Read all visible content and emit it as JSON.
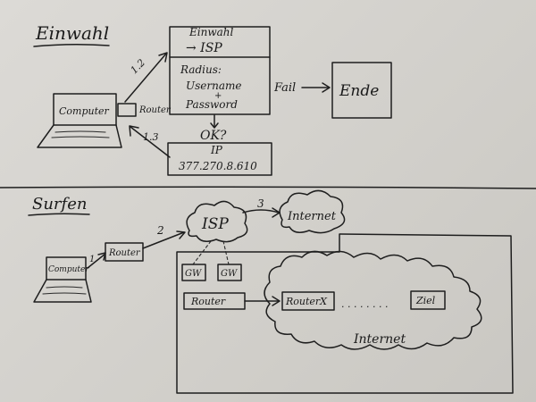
{
  "sections": {
    "dialup_title": "Einwahl",
    "surf_title": "Surfen"
  },
  "top": {
    "computer": "Computer",
    "router": "Router",
    "isp_line1": "Einwahl",
    "isp_line2": "→ ISP",
    "radius_line1": "Radius:",
    "radius_line2": "Username",
    "radius_line3": "+",
    "radius_line4": "Password",
    "fail": "Fail",
    "end": "Ende",
    "ok": "OK?",
    "ip_label": "IP",
    "ip_value": "377.270.8.610",
    "step_12": "1.2",
    "step_13": "1.3"
  },
  "bottom": {
    "computer": "Computer",
    "router": "Router",
    "isp": "ISP",
    "internet_cloud": "Internet",
    "gw1": "GW",
    "gw2": "GW",
    "isp_router": "Router",
    "router_x": "RouterX",
    "dots": ". . . . . . . .",
    "ziel": "Ziel",
    "internet_label": "Internet",
    "step_1": "1",
    "step_2": "2",
    "step_3": "3"
  }
}
